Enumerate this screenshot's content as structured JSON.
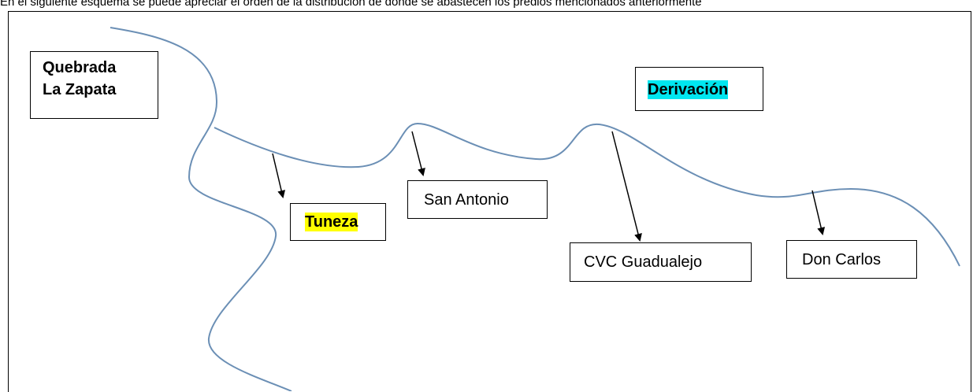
{
  "caption": "En el siguiente esquema se puede apreciar el orden de la distribución de donde se abastecen los predios mencionados anteriormente",
  "colors": {
    "river": "#6b8fb5",
    "tuneza_highlight": "#ffff00",
    "derivacion_highlight": "#00e6f0"
  },
  "nodes": {
    "quebrada_line1": "Quebrada",
    "quebrada_line2": "La Zapata",
    "derivacion": "Derivación",
    "tuneza": "Tuneza",
    "san_antonio": "San Antonio",
    "cvc": "CVC Guadualejo",
    "don_carlos": "Don Carlos"
  }
}
